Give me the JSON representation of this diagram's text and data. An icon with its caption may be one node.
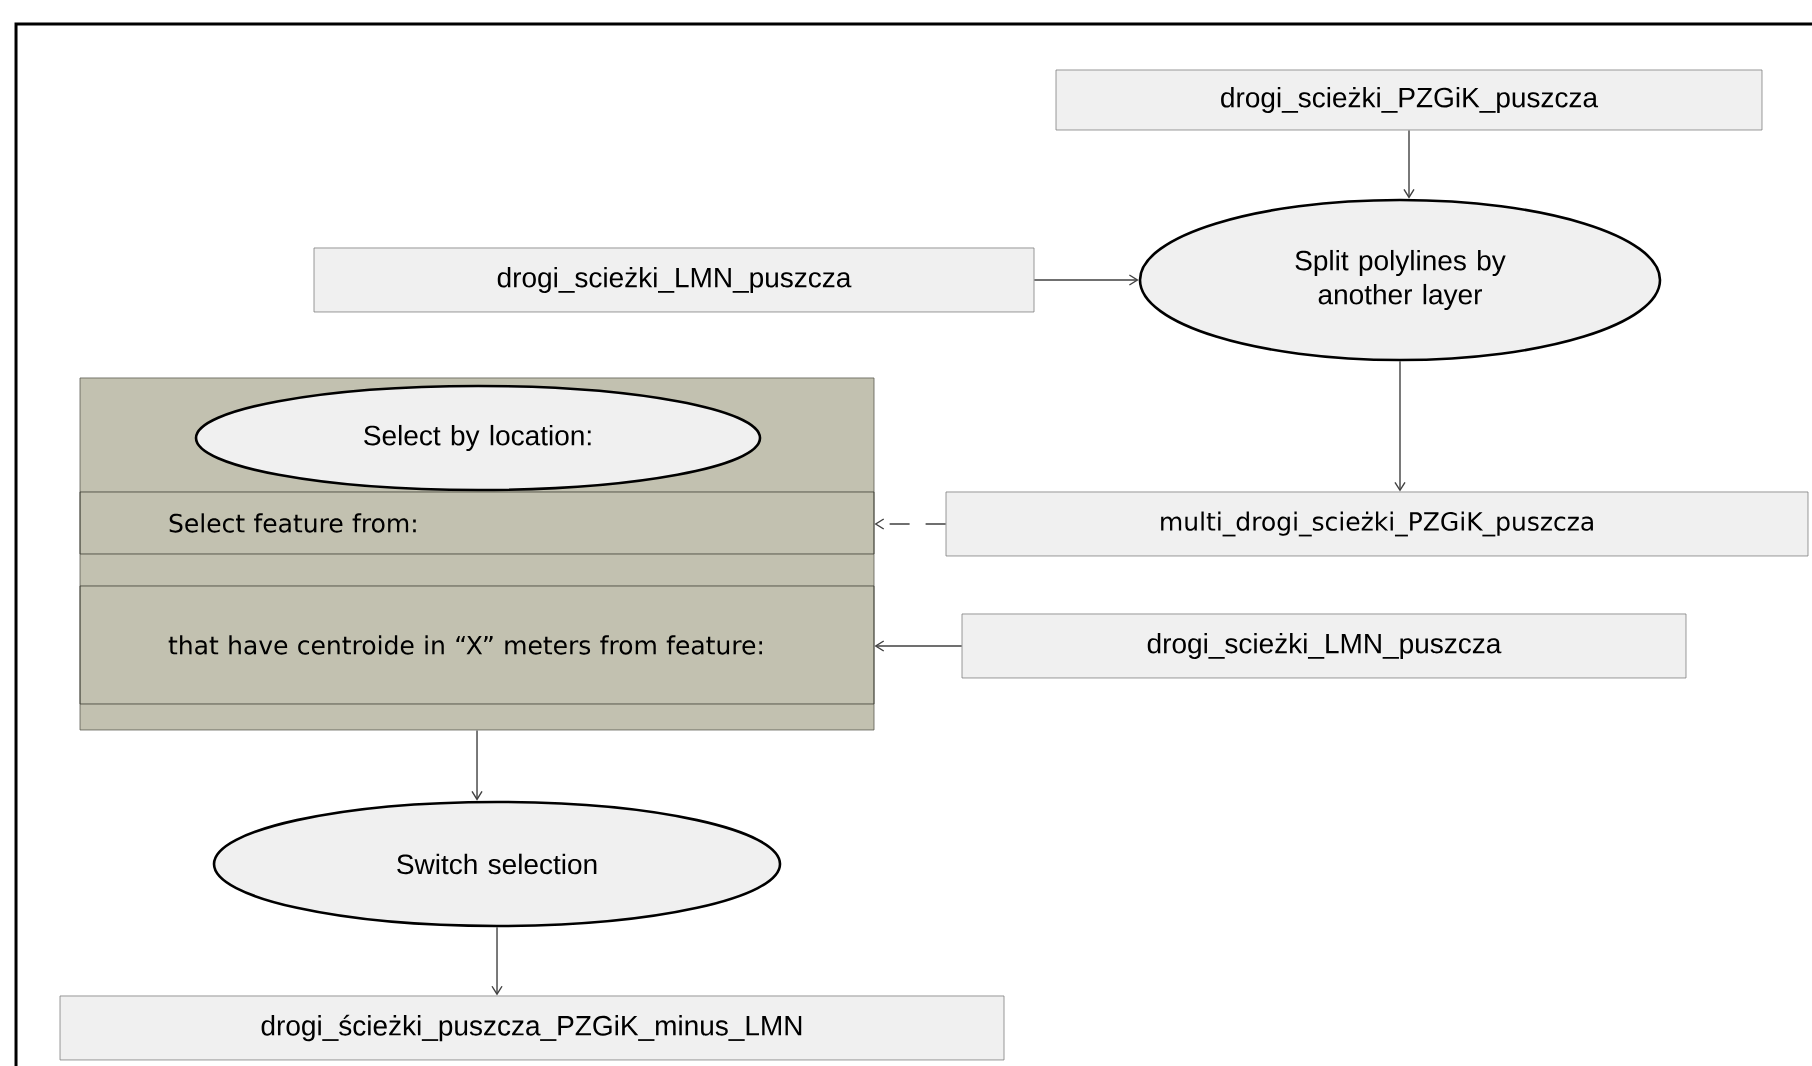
{
  "diagram": {
    "nodes": [
      {
        "text": [
          "drogi_scieżki_PZGiK_puszcza"
        ]
      },
      {
        "text": [
          "drogi_scieżki_LMN_puszcza"
        ]
      },
      {
        "text": [
          "Split polylines by another layer"
        ]
      },
      {
        "text": [],
        "shape": "box"
      },
      {
        "text": [
          "Select by location:"
        ],
        "in": 3
      },
      {
        "text": [
          "Select feature from:"
        ],
        "in": 3
      },
      {
        "text": [
          "that have centroide in “X” meters from feature:"
        ],
        "in": 3
      },
      {
        "text": [
          "multi_drogi_scieżki_PZGiK_puszcza"
        ]
      },
      {
        "text": [
          "drogi_scieżki_LMN_puszcza"
        ]
      },
      {
        "text": [
          "Switch selection"
        ]
      },
      {
        "text": [
          "drogi_ścieżki_puszcza_PZGiK_minus_LMN"
        ]
      }
    ],
    "edges": [
      {
        "from": 0,
        "to": 2,
        "arrow": "to"
      },
      {
        "from": 1,
        "to": 2,
        "arrow": "to"
      },
      {
        "from": 2,
        "to": 7,
        "arrow": "to"
      },
      {
        "from": 7,
        "to": 5,
        "arrow": "to",
        "style": "dashed"
      },
      {
        "from": 8,
        "to": 6,
        "arrow": "to"
      },
      {
        "from": 3,
        "to": 9,
        "arrow": "to"
      },
      {
        "from": 9,
        "to": 10,
        "arrow": "to"
      }
    ]
  }
}
